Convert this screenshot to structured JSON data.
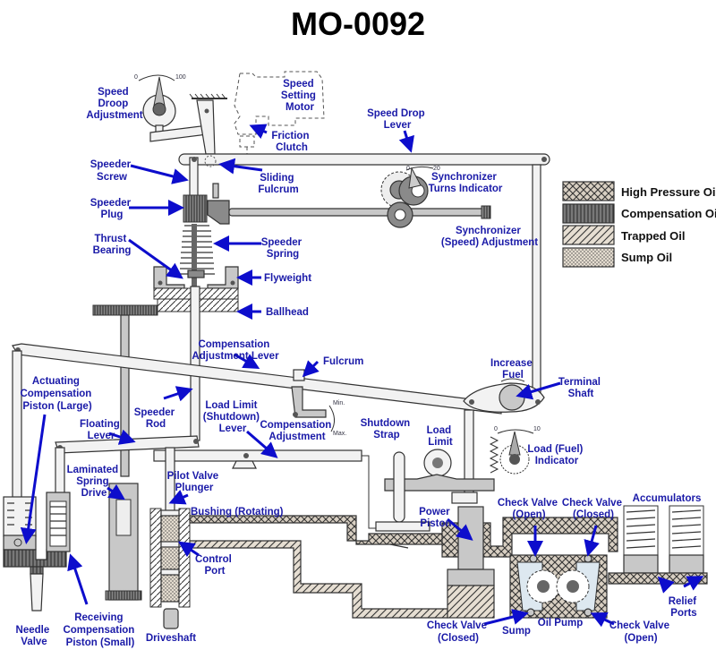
{
  "title": "MO-0092",
  "legend": [
    {
      "label": "High Pressure Oil",
      "pattern": "crosshatch"
    },
    {
      "label": "Compensation Oil",
      "pattern": "vertical-stripes"
    },
    {
      "label": "Trapped Oil",
      "pattern": "diagonal-hatch"
    },
    {
      "label": "Sump Oil",
      "pattern": "dots"
    }
  ],
  "colors": {
    "label_text": "#1a1aa8",
    "arrow": "#0d0dcc",
    "high_pressure_oil": "#d8cfc2",
    "compensation_oil": "#555555",
    "trapped_oil": "#e6ded2",
    "sump_oil": "#e4dccf"
  },
  "dials": {
    "speed_droop": {
      "min": "0",
      "max": "100"
    },
    "synchronizer_turns": {
      "min": "0",
      "max": "20"
    },
    "compensation": {
      "min": "Min.",
      "max": "Max."
    },
    "load_fuel": {
      "min": "0",
      "max": "10"
    }
  },
  "labels": {
    "speed_droop_adjustment": [
      "Speed",
      "Droop",
      "Adjustment"
    ],
    "speed_setting_motor": [
      "Speed",
      "Setting",
      "Motor"
    ],
    "friction_clutch": [
      "Friction",
      "Clutch"
    ],
    "speed_drop_lever": [
      "Speed Drop",
      "Lever"
    ],
    "speeder_screw": [
      "Speeder",
      "Screw"
    ],
    "sliding_fulcrum": [
      "Sliding",
      "Fulcrum"
    ],
    "synchronizer_turns_indicator": [
      "Synchronizer",
      "Turns Indicator"
    ],
    "speeder_plug": [
      "Speeder",
      "Plug"
    ],
    "synchronizer_speed_adjustment": [
      "Synchronizer",
      "(Speed) Adjustment"
    ],
    "thrust_bearing": [
      "Thrust",
      "Bearing"
    ],
    "speeder_spring": [
      "Speeder",
      "Spring"
    ],
    "flyweight": [
      "Flyweight"
    ],
    "ballhead": [
      "Ballhead"
    ],
    "compensation_adjustment_lever": [
      "Compensation",
      "Adjustment Lever"
    ],
    "fulcrum": [
      "Fulcrum"
    ],
    "increase_fuel": [
      "Increase",
      "Fuel"
    ],
    "terminal_shaft": [
      "Terminal",
      "Shaft"
    ],
    "actuating_compensation_piston": [
      "Actuating",
      "Compensation",
      "Piston (Large)"
    ],
    "speeder_rod": [
      "Speeder",
      "Rod"
    ],
    "load_limit_lever": [
      "Load Limit",
      "(Shutdown)",
      "Lever"
    ],
    "compensation_adjustment": [
      "Compensation",
      "Adjustment"
    ],
    "shutdown_strap": [
      "Shutdown",
      "Strap"
    ],
    "load_limit": [
      "Load",
      "Limit"
    ],
    "load_fuel_indicator": [
      "Load (Fuel)",
      "Indicator"
    ],
    "floating_lever": [
      "Floating",
      "Lever"
    ],
    "laminated_spring_drive": [
      "Laminated",
      "Spring",
      "Drive"
    ],
    "pilot_valve_plunger": [
      "Pilot Valve",
      "Plunger"
    ],
    "bushing_rotating": [
      "Bushing (Rotating)"
    ],
    "power_piston": [
      "Power",
      "Piston"
    ],
    "check_valve_open_top": [
      "Check Valve",
      "(Open)"
    ],
    "check_valve_closed_top": [
      "Check Valve",
      "(Closed)"
    ],
    "accumulators": [
      "Accumulators"
    ],
    "control_port": [
      "Control",
      "Port"
    ],
    "relief_ports": [
      "Relief",
      "Ports"
    ],
    "needle_valve": [
      "Needle",
      "Valve"
    ],
    "receiving_compensation_piston": [
      "Receiving",
      "Compensation",
      "Piston (Small)"
    ],
    "driveshaft": [
      "Driveshaft"
    ],
    "check_valve_closed_bottom": [
      "Check Valve",
      "(Closed)"
    ],
    "sump": [
      "Sump"
    ],
    "oil_pump": [
      "Oil Pump"
    ],
    "check_valve_open_bottom": [
      "Check Valve",
      "(Open)"
    ]
  }
}
